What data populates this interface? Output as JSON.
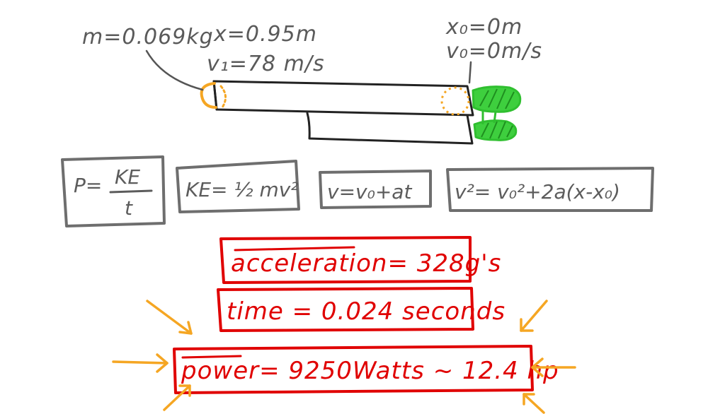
{
  "colors": {
    "ink": "#5a5a5a",
    "ball": "#f5a623",
    "grip": "#3ecf3e",
    "result": "#e00000",
    "arrow": "#f5a623"
  },
  "initial": {
    "mass": "m=0.069kg",
    "position": "x=0.95m",
    "velocity": "v₁=78 m/s"
  },
  "final": {
    "position": "x₀=0m",
    "velocity": "v₀=0m/s"
  },
  "equations": {
    "power_lhs": "P=",
    "power_num": "KE",
    "power_den": "t",
    "kinetic": "KE= ½ mv²",
    "velocity": "v=v₀+at",
    "kinematic": "v²= v₀²+2a(x-x₀)"
  },
  "results": {
    "acceleration": "acceleration= 328g's",
    "time": "time = 0.024 seconds",
    "power": "power= 9250Watts ~ 12.4 hp"
  }
}
